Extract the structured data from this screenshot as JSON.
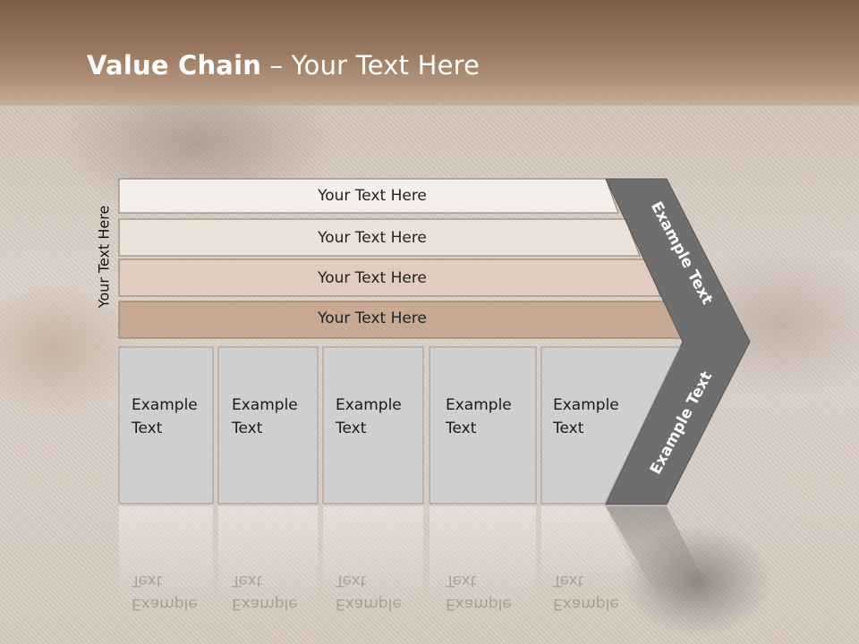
{
  "slide": {
    "title_bold": "Value Chain",
    "title_rest": " – Your Text Here",
    "side_label": "Your Text Here"
  },
  "bars": [
    {
      "label": "Your Text Here",
      "fill": "#f3efeb"
    },
    {
      "label": "Your Text Here",
      "fill": "#ece1d8"
    },
    {
      "label": "Your Text Here",
      "fill": "#e0cdbf"
    },
    {
      "label": "Your Text Here",
      "fill": "#c8a993"
    }
  ],
  "boxes": [
    {
      "line1": "Example",
      "line2": "Text"
    },
    {
      "line1": "Example",
      "line2": "Text"
    },
    {
      "line1": "Example",
      "line2": "Text"
    },
    {
      "line1": "Example",
      "line2": "Text"
    },
    {
      "line1": "Example",
      "line2": "Text"
    }
  ],
  "chevron": {
    "upper_label": "Example Text",
    "lower_label": "Example Text",
    "fill": "#6e6e6e"
  },
  "colors": {
    "header": "#8c6b53",
    "box_fill": "#cfcfcf",
    "box_stroke": "#9a9a9a"
  }
}
